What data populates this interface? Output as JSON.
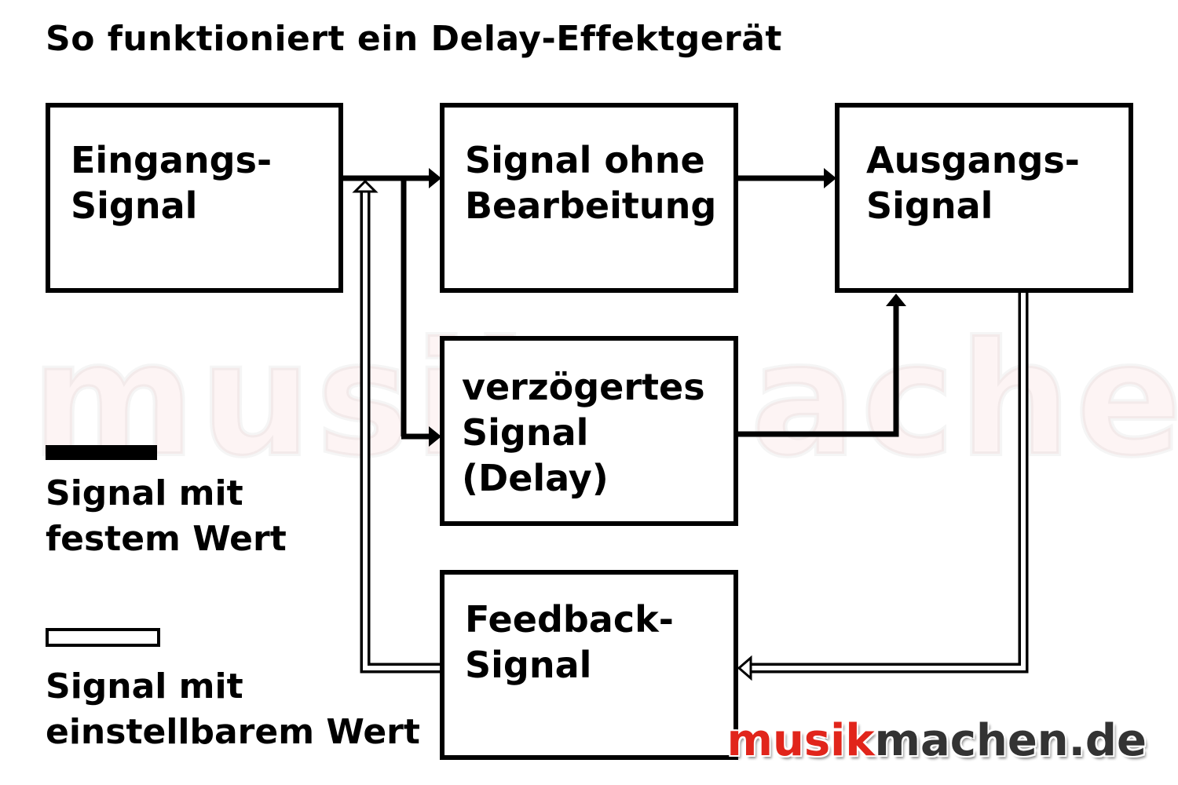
{
  "title": "So funktioniert ein Delay-Effektgerät",
  "boxes": {
    "input": [
      "Eingangs-",
      "Signal"
    ],
    "dry": [
      "Signal ohne",
      "Bearbeitung"
    ],
    "output": [
      "Ausgangs-",
      "Signal"
    ],
    "delay": [
      "verzögertes",
      "Signal",
      "(Delay)"
    ],
    "feedback": [
      "Feedback-",
      "Signal"
    ]
  },
  "legend": {
    "fixed": [
      "Signal mit",
      "festem Wert"
    ],
    "adjustable": [
      "Signal mit",
      "einstellbarem Wert"
    ]
  },
  "watermark": "musikmachen.de",
  "logo": {
    "part1": "musik",
    "part2": "machen.de"
  },
  "colors": {
    "logo_red": "#e1251b",
    "logo_dark": "#333333",
    "line": "#000000"
  }
}
